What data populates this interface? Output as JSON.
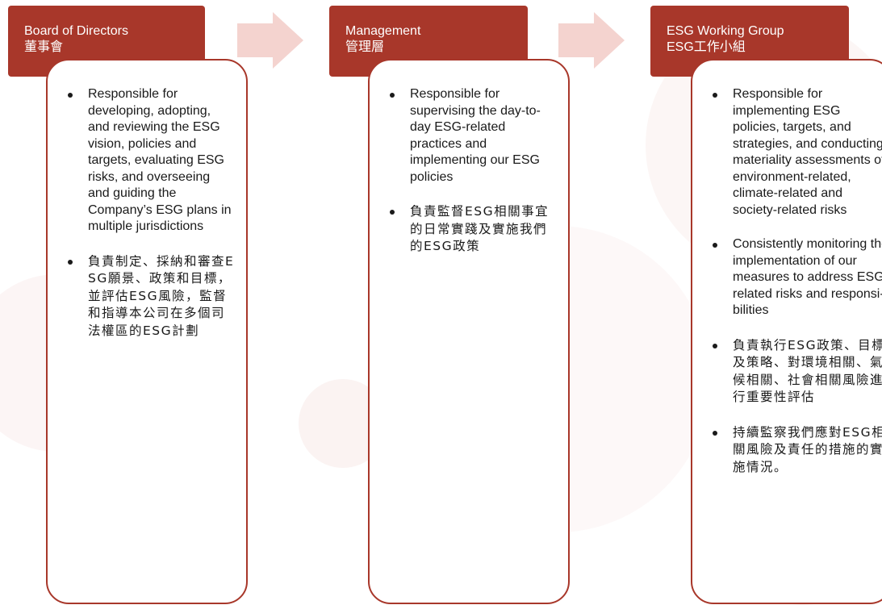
{
  "colors": {
    "accent": "#a8372a",
    "arrow": "#f4d3cf",
    "text": "#1a1a1a",
    "header_text": "#ffffff"
  },
  "columns": [
    {
      "title_en": "Board of Directors",
      "title_zh": "董事會",
      "bullets": [
        "Responsible for developing, adopting, and reviewing the ESG vision, policies and targets, evaluating ESG risks, and overseeing and guiding the Company’s ESG plans in multiple jurisdictions",
        "負責制定、採納和審查ESG願景、政策和目標，並評估ESG風險，監督和指導本公司在多個司法權區的ESG計劃"
      ]
    },
    {
      "title_en": "Management",
      "title_zh": "管理層",
      "bullets": [
        "Responsible for supervising the day-to-day ESG-related practices and implementing our ESG policies",
        "負責監督ESG相關事宜的日常實踐及實施我們的ESG政策"
      ]
    },
    {
      "title_en": "ESG Working Group",
      "title_zh": "ESG工作小組",
      "bullets": [
        "Responsible for implementing ESG policies, targets, and strategies, and conducting materiality assessments of environment-related, climate-related and society-related risks",
        "Consistently monitoring the implementation of our measures to address ESG-related risks and responsi-bilities",
        "負責執行ESG政策、目標及策略、對環境相關、氣候相關、社會相關風險進行重要性評估",
        "持續監察我們應對ESG相關風險及責任的措施的實施情況。"
      ]
    }
  ]
}
